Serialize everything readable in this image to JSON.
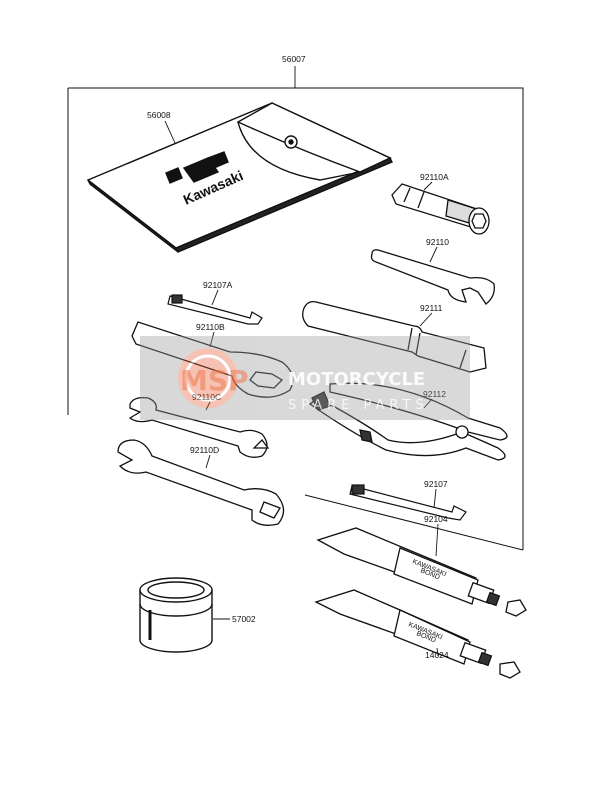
{
  "diagram": {
    "parts": {
      "p56007": "56007",
      "p56008": "56008",
      "p92110A": "92110A",
      "p92110": "92110",
      "p92107A": "92107A",
      "p92111": "92111",
      "p92110B": "92110B",
      "p92112": "92112",
      "p92110C": "92110C",
      "p92110D": "92110D",
      "p92107": "92107",
      "p92104": "92104",
      "p57002": "57002",
      "p14024": "14024"
    },
    "pouch_logo": "Kawasaki",
    "tube_label_line1": "KAWASAKI",
    "tube_label_line2": "BOND"
  },
  "watermark": {
    "badge": "MSP",
    "line1": "MOTORCYCLE",
    "line2": "SPARE PARTS",
    "badge_color": "#e8603a"
  }
}
